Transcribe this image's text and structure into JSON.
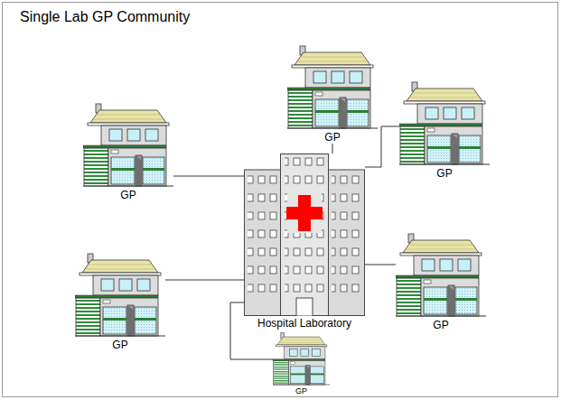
{
  "diagram": {
    "title": "Single Lab GP Community",
    "nodes": [
      {
        "text": [
          "Hospital Laboratory"
        ]
      },
      {
        "text": [
          "GP"
        ]
      },
      {
        "text": [
          "GP"
        ]
      },
      {
        "text": [
          "GP"
        ]
      },
      {
        "text": [
          "GP"
        ]
      },
      {
        "text": [
          "GP"
        ]
      },
      {
        "text": [
          "GP"
        ]
      }
    ],
    "edges": [
      {
        "from": 0,
        "to": 1,
        "arrow": "none"
      },
      {
        "from": 0,
        "to": 2,
        "arrow": "none"
      },
      {
        "from": 0,
        "to": 3,
        "arrow": "none"
      },
      {
        "from": 0,
        "to": 4,
        "arrow": "none"
      },
      {
        "from": 0,
        "to": 5,
        "arrow": "none"
      },
      {
        "from": 0,
        "to": 6,
        "arrow": "none"
      }
    ]
  }
}
